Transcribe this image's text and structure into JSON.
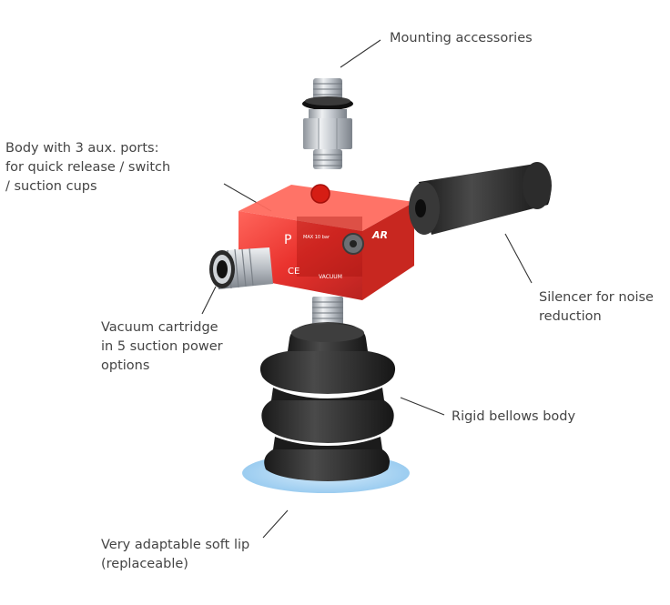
{
  "labels": {
    "mounting": [
      "Mounting accessories"
    ],
    "body": [
      "Body with 3 aux. ports:",
      "for quick release / switch",
      "/ suction cups"
    ],
    "silencer": [
      "Silencer for noise",
      "reduction"
    ],
    "cartridge": [
      "Vacuum cartridge",
      "in 5 suction power",
      "options"
    ],
    "bellows": [
      "Rigid bellows body"
    ],
    "lip": [
      "Very adaptable soft lip",
      "(replaceable)"
    ]
  },
  "part_markings": {
    "port": "P",
    "pressure": "MAX 10 bar",
    "brand": "AR",
    "side": "VACUUM",
    "ce": "CE"
  },
  "colors": {
    "text": "#444444",
    "leader": "#333333",
    "body_red": "#e8231e",
    "rubber": "#2b2b2b",
    "metal": "#c9cdd2",
    "lip_blue": "#a8d4f2"
  }
}
